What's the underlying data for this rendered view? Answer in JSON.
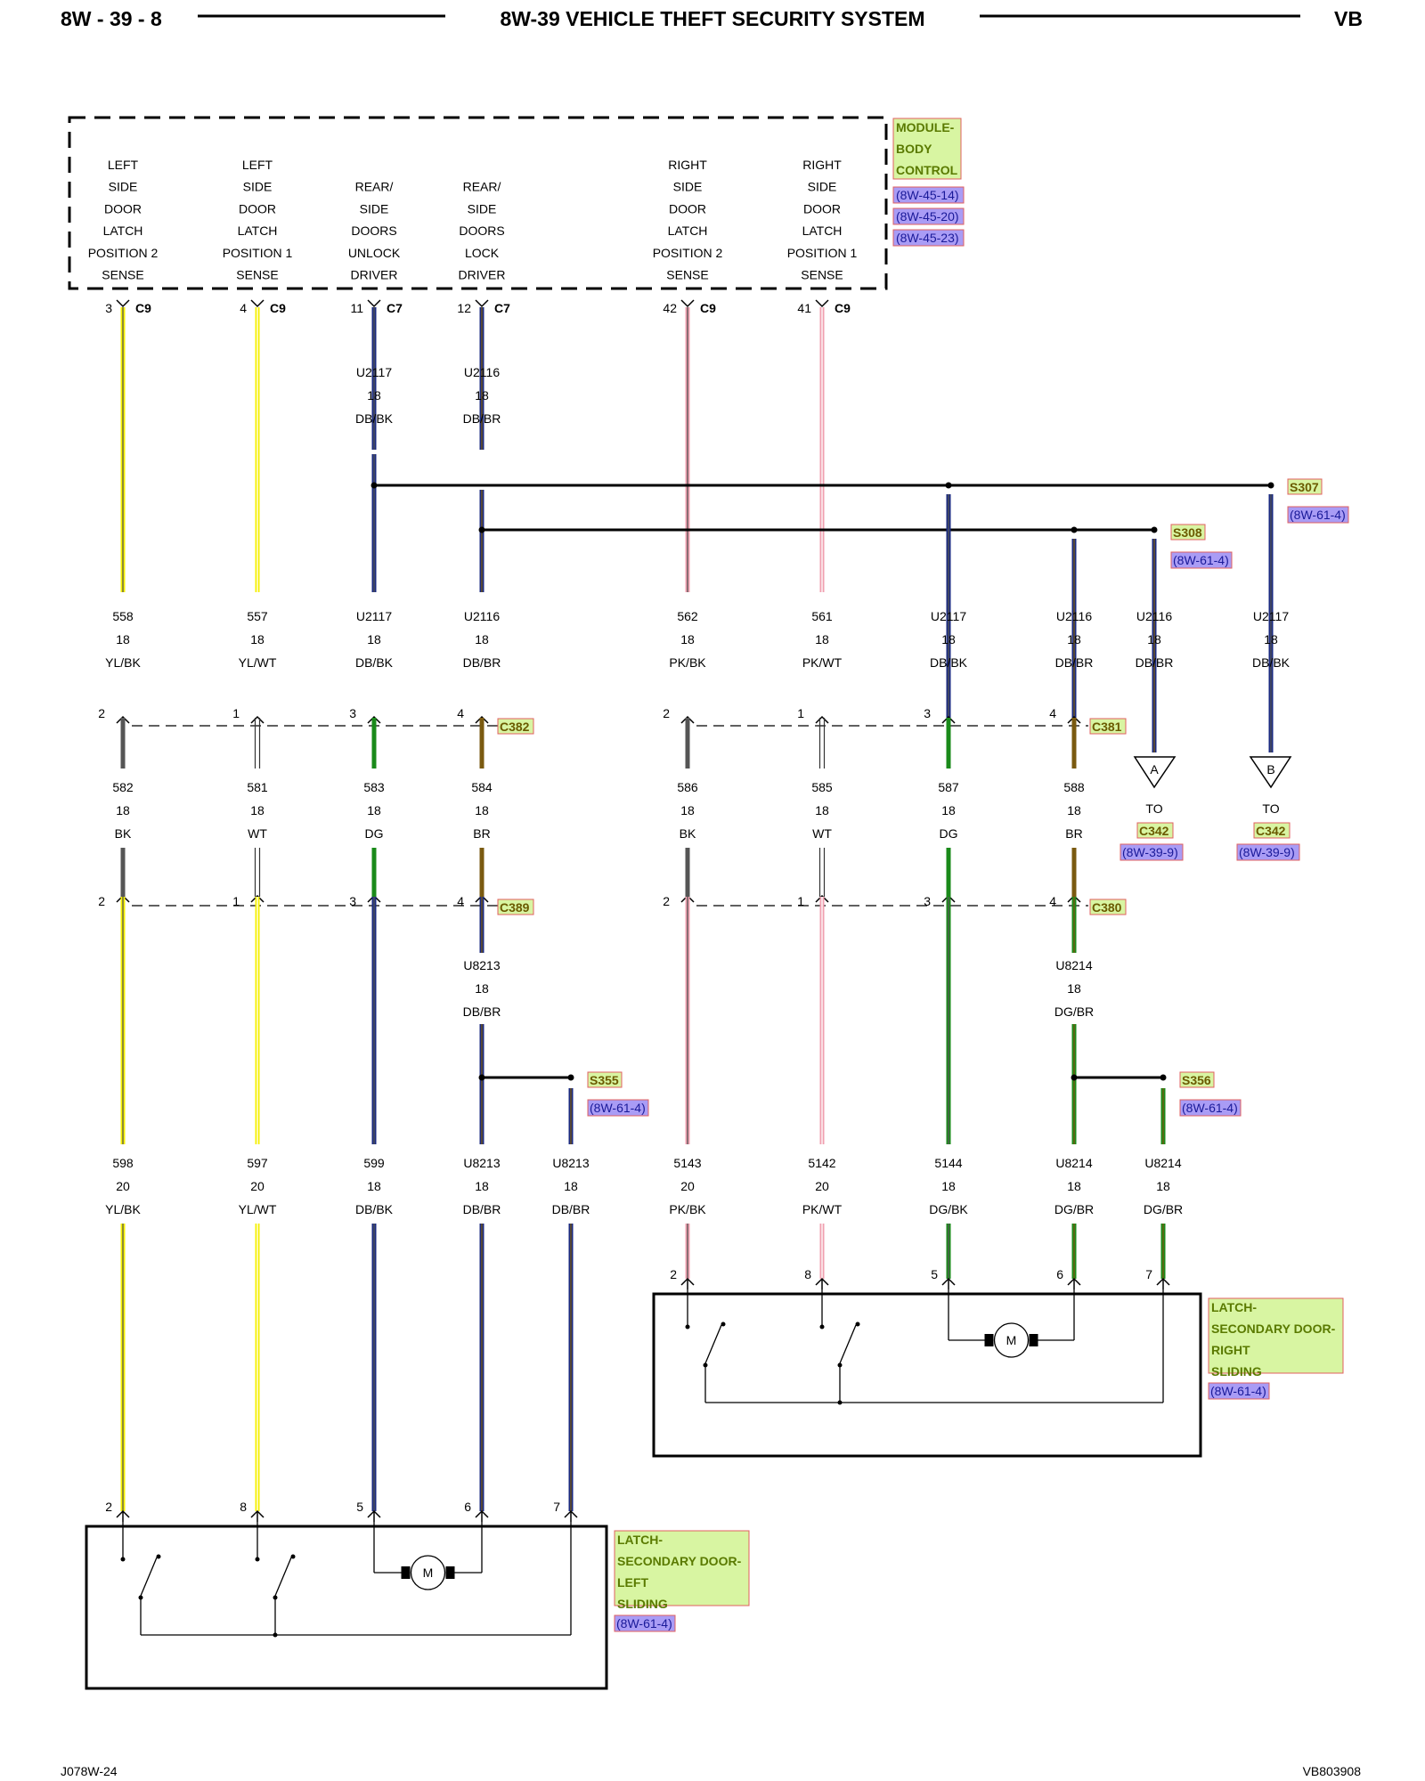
{
  "header": {
    "page_number": "8W - 39 - 8",
    "title": "8W-39 VEHICLE THEFT SECURITY SYSTEM",
    "model": "VB"
  },
  "footer": {
    "left_code": "J078W-24",
    "right_code": "VB803908"
  },
  "bcm": {
    "title_lines": [
      "MODULE-",
      "BODY",
      "CONTROL"
    ],
    "refs": [
      "(8W-45-14)",
      "(8W-45-20)",
      "(8W-45-23)"
    ],
    "functions": [
      [
        "LEFT",
        "SIDE",
        "DOOR",
        "LATCH",
        "POSITION 2",
        "SENSE"
      ],
      [
        "LEFT",
        "SIDE",
        "DOOR",
        "LATCH",
        "POSITION 1",
        "SENSE"
      ],
      [
        "REAR/",
        "SIDE",
        "DOORS",
        "UNLOCK",
        "DRIVER"
      ],
      [
        "REAR/",
        "SIDE",
        "DOORS",
        "LOCK",
        "DRIVER"
      ],
      [
        "RIGHT",
        "SIDE",
        "DOOR",
        "LATCH",
        "POSITION 2",
        "SENSE"
      ],
      [
        "RIGHT",
        "SIDE",
        "DOOR",
        "LATCH",
        "POSITION 1",
        "SENSE"
      ]
    ],
    "pins": [
      {
        "pin": "3",
        "connector": "C9"
      },
      {
        "pin": "4",
        "connector": "C9"
      },
      {
        "pin": "11",
        "connector": "C7"
      },
      {
        "pin": "12",
        "connector": "C7"
      },
      {
        "pin": "42",
        "connector": "C9"
      },
      {
        "pin": "41",
        "connector": "C9"
      }
    ]
  },
  "upper_wires": [
    {
      "circuit": "U2117",
      "gauge": "18",
      "color": "DB/BK"
    },
    {
      "circuit": "U2116",
      "gauge": "18",
      "color": "DB/BR"
    }
  ],
  "splices": {
    "s307": {
      "id": "S307",
      "ref": "(8W-61-4)"
    },
    "s308": {
      "id": "S308",
      "ref": "(8W-61-4)"
    },
    "s355": {
      "id": "S355",
      "ref": "(8W-61-4)"
    },
    "s356": {
      "id": "S356",
      "ref": "(8W-61-4)"
    }
  },
  "row1_wires": [
    {
      "circuit": "558",
      "gauge": "18",
      "color": "YL/BK"
    },
    {
      "circuit": "557",
      "gauge": "18",
      "color": "YL/WT"
    },
    {
      "circuit": "U2117",
      "gauge": "18",
      "color": "DB/BK"
    },
    {
      "circuit": "U2116",
      "gauge": "18",
      "color": "DB/BR"
    },
    {
      "circuit": "562",
      "gauge": "18",
      "color": "PK/BK"
    },
    {
      "circuit": "561",
      "gauge": "18",
      "color": "PK/WT"
    },
    {
      "circuit": "U2117",
      "gauge": "18",
      "color": "DB/BK"
    },
    {
      "circuit": "U2116",
      "gauge": "18",
      "color": "DB/BR"
    },
    {
      "circuit": "U2116",
      "gauge": "18",
      "color": "DB/BR"
    },
    {
      "circuit": "U2117",
      "gauge": "18",
      "color": "DB/BK"
    }
  ],
  "connectors": {
    "c382": {
      "id": "C382",
      "pins": [
        "2",
        "1",
        "3",
        "4"
      ]
    },
    "c381": {
      "id": "C381",
      "pins": [
        "2",
        "1",
        "3",
        "4"
      ]
    },
    "c389": {
      "id": "C389",
      "pins": [
        "2",
        "1",
        "3",
        "4"
      ]
    },
    "c380": {
      "id": "C380",
      "pins": [
        "2",
        "1",
        "3",
        "4"
      ]
    }
  },
  "row2_wires": [
    {
      "circuit": "582",
      "gauge": "18",
      "color": "BK"
    },
    {
      "circuit": "581",
      "gauge": "18",
      "color": "WT"
    },
    {
      "circuit": "583",
      "gauge": "18",
      "color": "DG"
    },
    {
      "circuit": "584",
      "gauge": "18",
      "color": "BR"
    },
    {
      "circuit": "586",
      "gauge": "18",
      "color": "BK"
    },
    {
      "circuit": "585",
      "gauge": "18",
      "color": "WT"
    },
    {
      "circuit": "587",
      "gauge": "18",
      "color": "DG"
    },
    {
      "circuit": "588",
      "gauge": "18",
      "color": "BR"
    }
  ],
  "offpage": [
    {
      "letter": "A",
      "to": "TO",
      "connector": "C342",
      "ref": "(8W-39-9)"
    },
    {
      "letter": "B",
      "to": "TO",
      "connector": "C342",
      "ref": "(8W-39-9)"
    }
  ],
  "mid_wires": [
    {
      "circuit": "U8213",
      "gauge": "18",
      "color": "DB/BR"
    },
    {
      "circuit": "U8214",
      "gauge": "18",
      "color": "DG/BR"
    }
  ],
  "row3_wires": [
    {
      "circuit": "598",
      "gauge": "20",
      "color": "YL/BK"
    },
    {
      "circuit": "597",
      "gauge": "20",
      "color": "YL/WT"
    },
    {
      "circuit": "599",
      "gauge": "18",
      "color": "DB/BK"
    },
    {
      "circuit": "U8213",
      "gauge": "18",
      "color": "DB/BR"
    },
    {
      "circuit": "U8213",
      "gauge": "18",
      "color": "DB/BR"
    },
    {
      "circuit": "5143",
      "gauge": "20",
      "color": "PK/BK"
    },
    {
      "circuit": "5142",
      "gauge": "20",
      "color": "PK/WT"
    },
    {
      "circuit": "5144",
      "gauge": "18",
      "color": "DG/BK"
    },
    {
      "circuit": "U8214",
      "gauge": "18",
      "color": "DG/BR"
    },
    {
      "circuit": "U8214",
      "gauge": "18",
      "color": "DG/BR"
    }
  ],
  "latch_right": {
    "title_lines": [
      "LATCH-",
      "SECONDARY DOOR-",
      "RIGHT",
      "SLIDING"
    ],
    "ref": "(8W-61-4)",
    "pins": [
      "2",
      "8",
      "5",
      "6",
      "7"
    ],
    "motor": "M"
  },
  "latch_left": {
    "title_lines": [
      "LATCH-",
      "SECONDARY DOOR-",
      "LEFT",
      "SLIDING"
    ],
    "ref": "(8W-61-4)",
    "pins": [
      "2",
      "8",
      "5",
      "6",
      "7"
    ],
    "motor": "M"
  },
  "wire_colors": {
    "YL": "#f5f000",
    "PK": "#f0a0b0",
    "DB": "#1a2a80",
    "BK": "#555555",
    "WT": "#ffffff",
    "DG": "#1a8a1a",
    "BR": "#7a5a10"
  }
}
